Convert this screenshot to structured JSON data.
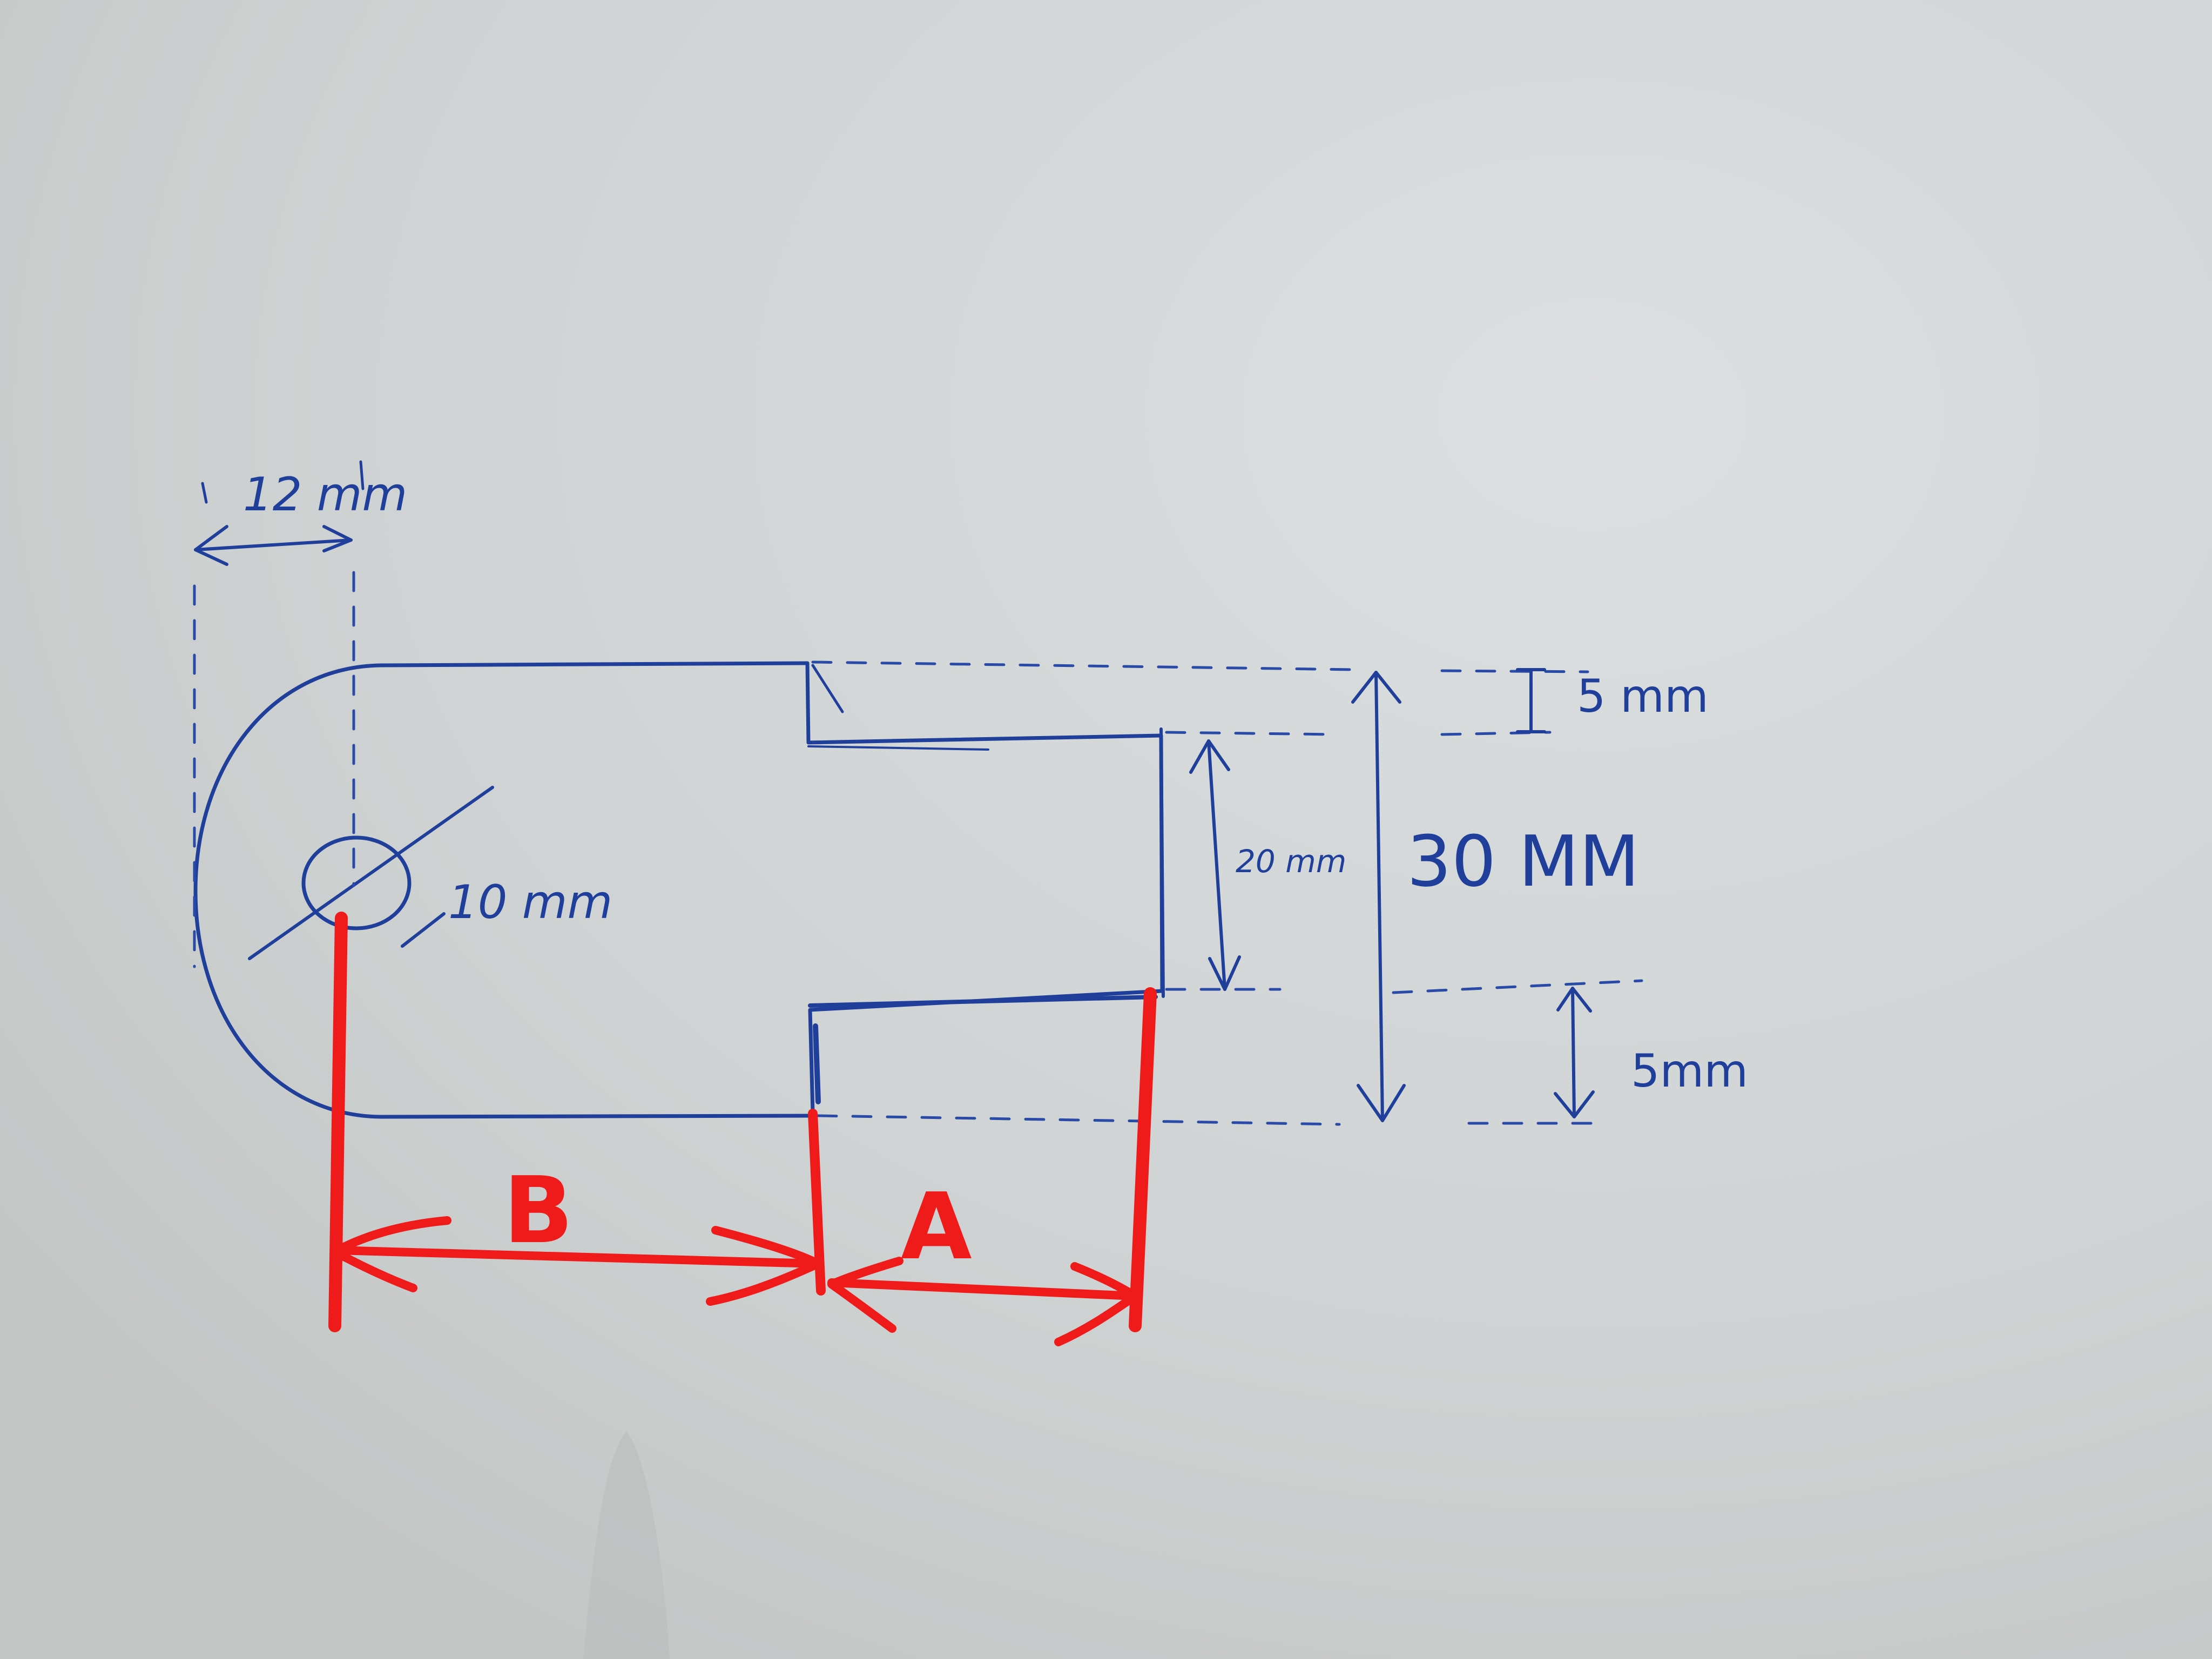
{
  "labels": {
    "offset_dim": "12 mm",
    "hole_dim": "10 mm",
    "slot_dim": "20 mm",
    "total_dim": "30 MM",
    "top_wall_dim": "5 mm",
    "bottom_wall_dim": "5mm",
    "dim_b": "B",
    "dim_a": "A"
  },
  "colors": {
    "paper": "#cfd2d2",
    "ink": "#1f3f9a",
    "marker": "#ef1b1b"
  }
}
